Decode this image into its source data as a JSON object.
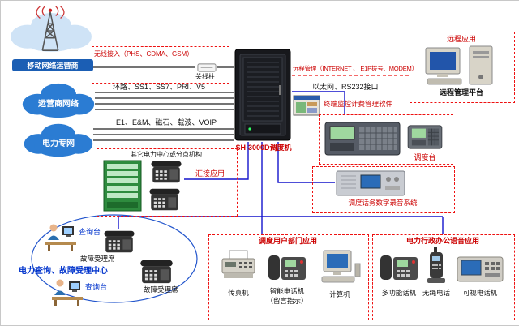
{
  "clouds": {
    "mobile": "移动网络运营商",
    "carrier": "运营商网络",
    "power": "电力专网"
  },
  "rack": {
    "label": "SH-3000D调度机"
  },
  "links": {
    "wireless": "无线接入（PHS、CDMA、GSM）",
    "junction": "关线柱",
    "trunk_carrier": "环路、SS1、SS7、PRI、V5",
    "trunk_power": "E1、E&M、磁石、载波、VOIP",
    "remote_mgmt": "远程管理（INTERNET 、 E1P拨号、MODEM）",
    "ethernet": "以太网、RS232接口",
    "tandem_app": "汇接应用"
  },
  "remote_box": {
    "title": "远程应用",
    "platform": "远程管理平台"
  },
  "monitor_software": {
    "label": "终端监控计费管理软件"
  },
  "console_box": {
    "label": "调度台"
  },
  "recording_box": {
    "label": "调度话务数字录音系统"
  },
  "tandem_box": {
    "pbx": "其它电力中心或分点机构"
  },
  "query_center": {
    "title": "电力查询、故障受理中心",
    "desk1": "查询台",
    "desk2": "查询台",
    "seat1": "故障受理席",
    "seat2": "故障受理席"
  },
  "dept_box": {
    "title": "调度用户部门应用",
    "fax": "传真机",
    "smart_phone": "智能电话机",
    "smart_phone_note": "（留言指示）",
    "computer": "计算机"
  },
  "office_box": {
    "title": "电力行政办公语音应用",
    "multi_phone": "多功能话机",
    "cordless": "无绳电话",
    "video_phone": "可视电话机"
  },
  "colors": {
    "dashed_border": "#ee1111",
    "blue_line": "#1414cc",
    "black_line": "#222222",
    "cloud_fill": "#2b7cd3",
    "red_label": "#cc0000",
    "blue_label": "#0033cc"
  }
}
